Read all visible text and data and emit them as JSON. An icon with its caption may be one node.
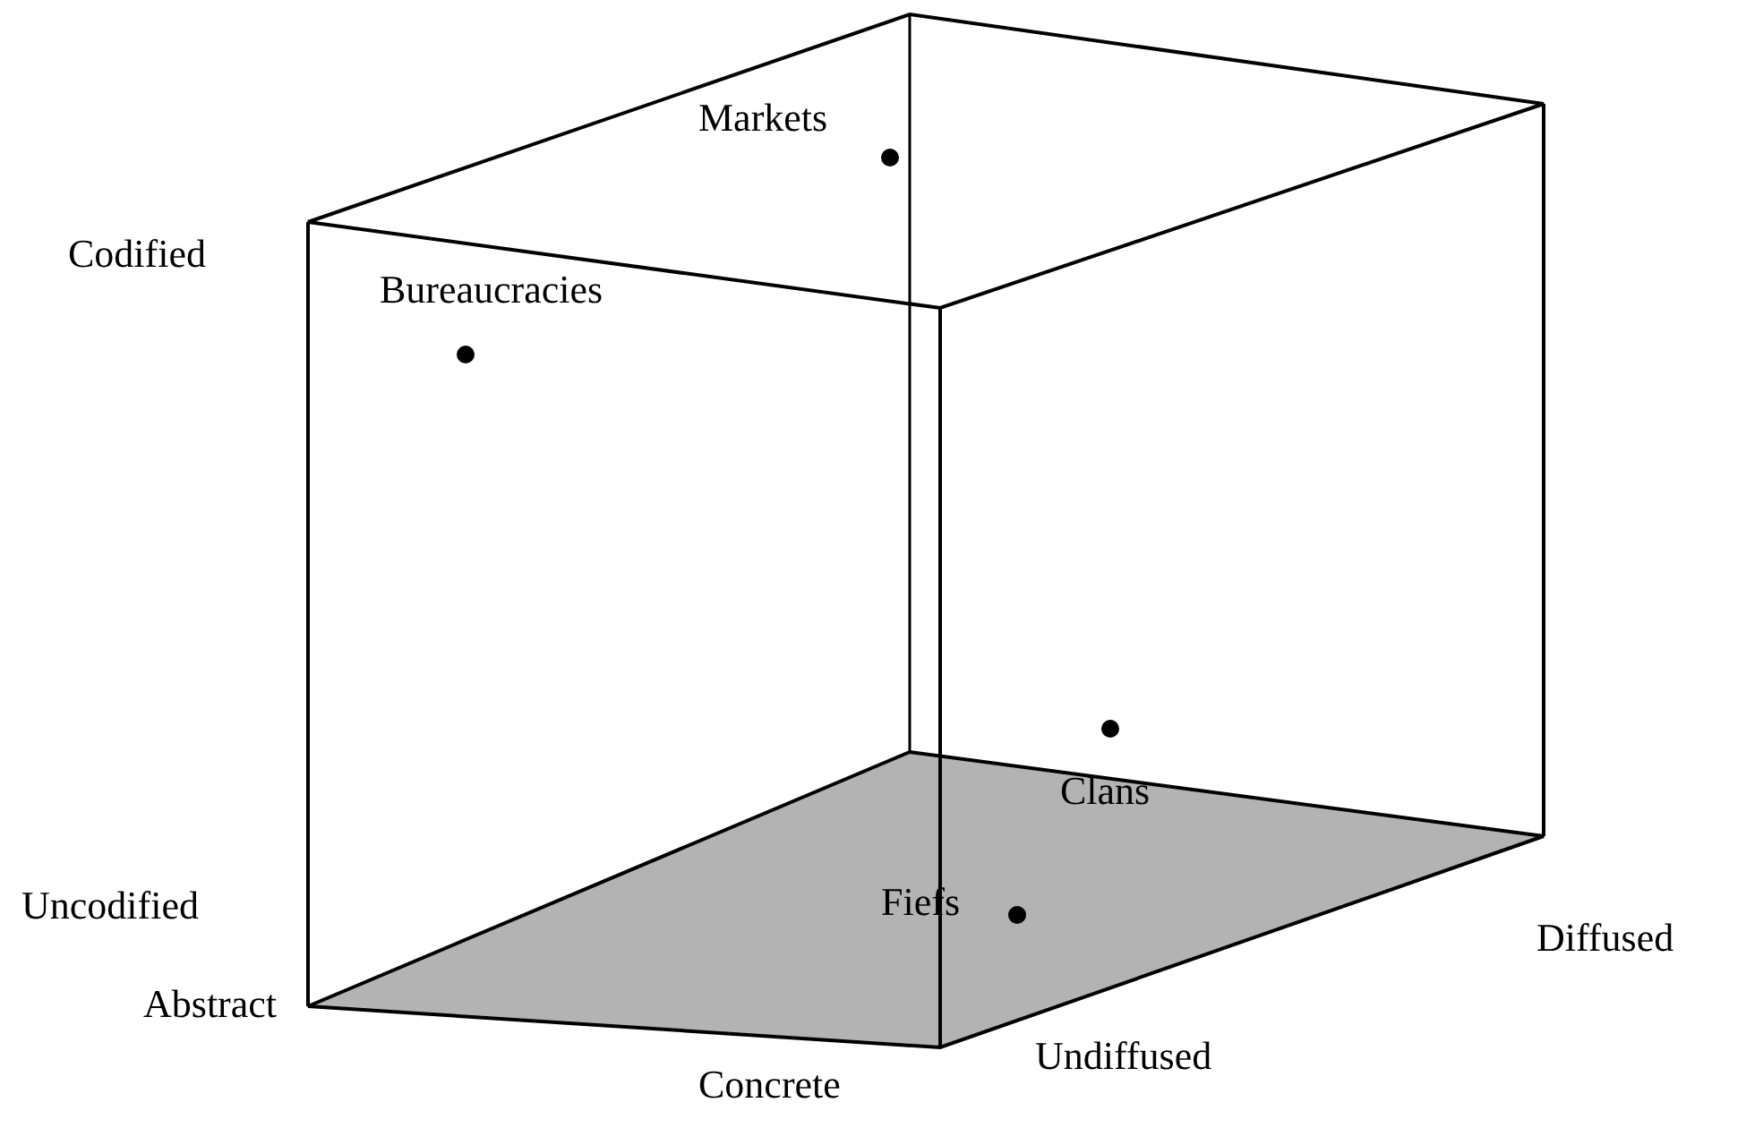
{
  "diagram": {
    "labels": [
      "Markets",
      "Codified",
      "Bureaucracies",
      "Clans",
      "Uncodified",
      "Fiefs",
      "Diffused",
      "Abstract",
      "Undiffused",
      "Concrete"
    ]
  }
}
